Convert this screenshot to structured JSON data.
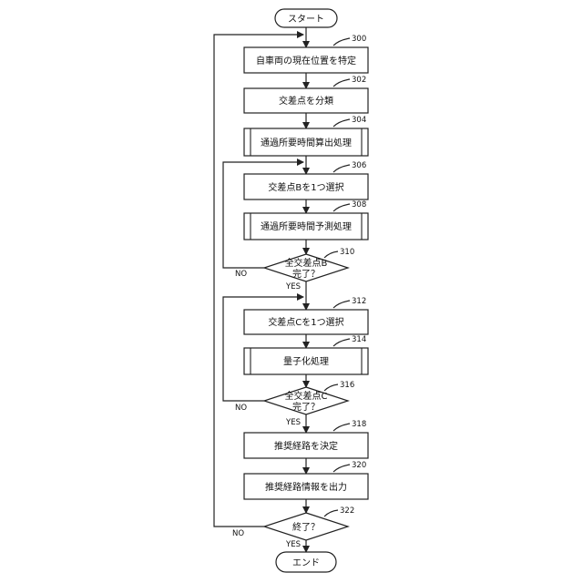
{
  "flowchart": {
    "start": "スタート",
    "end": "エンド",
    "steps": {
      "s300": {
        "label": "自車両の現在位置を特定",
        "ref": "300"
      },
      "s302": {
        "label": "交差点を分類",
        "ref": "302"
      },
      "s304": {
        "label": "通過所要時間算出処理",
        "ref": "304"
      },
      "s306": {
        "label": "交差点Bを1つ選択",
        "ref": "306"
      },
      "s308": {
        "label": "通過所要時間予測処理",
        "ref": "308"
      },
      "s312": {
        "label": "交差点Cを1つ選択",
        "ref": "312"
      },
      "s314": {
        "label": "量子化処理",
        "ref": "314"
      },
      "s318": {
        "label": "推奨経路を決定",
        "ref": "318"
      },
      "s320": {
        "label": "推奨経路情報を出力",
        "ref": "320"
      }
    },
    "decisions": {
      "d310": {
        "line1": "全交差点B",
        "line2": "完了？",
        "ref": "310",
        "no": "NO",
        "yes": "YES"
      },
      "d316": {
        "line1": "全交差点C",
        "line2": "完了？",
        "ref": "316",
        "no": "NO",
        "yes": "YES"
      },
      "d322": {
        "line1": "終了？",
        "ref": "322",
        "no": "NO",
        "yes": "YES"
      }
    }
  }
}
